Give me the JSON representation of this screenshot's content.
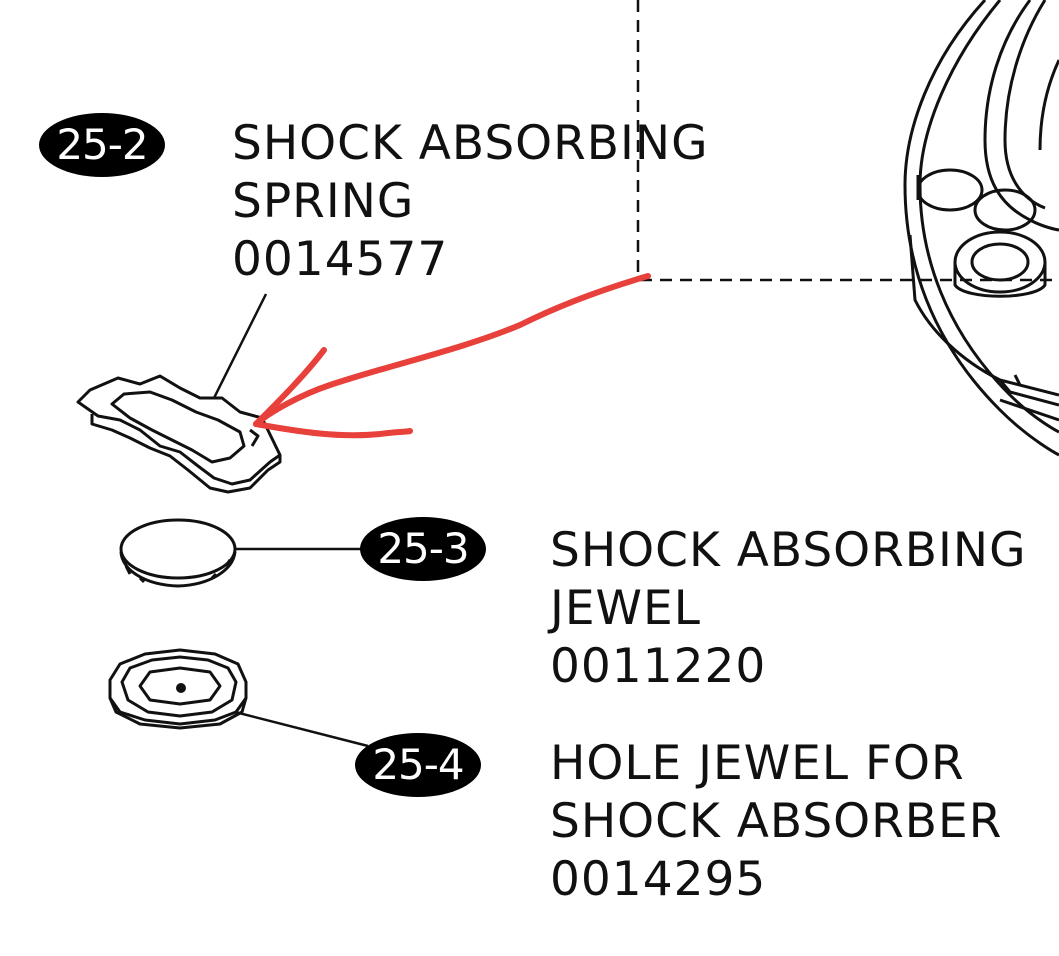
{
  "parts": [
    {
      "id": "25-2",
      "name_lines": [
        "SHOCK ABSORBING",
        "SPRING"
      ],
      "part_number": "0014577"
    },
    {
      "id": "25-3",
      "name_lines": [
        "SHOCK ABSORBING",
        "JEWEL"
      ],
      "part_number": "0011220"
    },
    {
      "id": "25-4",
      "name_lines": [
        "HOLE JEWEL FOR",
        "SHOCK ABSORBER"
      ],
      "part_number": "0014295"
    }
  ],
  "colors": {
    "line": "#111111",
    "badge": "#000000",
    "badge_text": "#ffffff",
    "annotation_arrow": "#e8403a"
  },
  "icons": [
    "shock-spring-drawing",
    "jewel-disc-drawing",
    "hole-jewel-drawing",
    "balance-assembly-drawing",
    "red-arrow-annotation"
  ]
}
